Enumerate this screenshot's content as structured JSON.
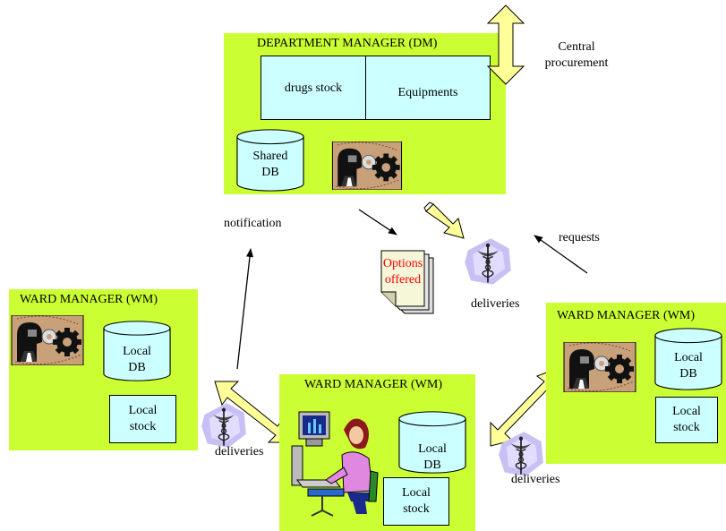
{
  "dm": {
    "title": "DEPARTMENT MANAGER (DM)",
    "drugs_stock": "drugs stock",
    "equipments": "Equipments",
    "db_line1": "Shared",
    "db_line2": "DB"
  },
  "central": {
    "line1": "Central",
    "line2": "procurement"
  },
  "notification": "notification",
  "requests": "requests",
  "options": {
    "line1": "Options",
    "line2": "offered"
  },
  "deliveries": "deliveries",
  "ward_left": {
    "title": "WARD MANAGER (WM)",
    "db_line1": "Local",
    "db_line2": "DB",
    "stock_line1": "Local",
    "stock_line2": "stock"
  },
  "ward_center": {
    "title": "WARD MANAGER (WM)",
    "db_line1": "Local",
    "db_line2": "DB",
    "stock_line1": "Local",
    "stock_line2": "stock"
  },
  "ward_right": {
    "title": "WARD MANAGER (WM)",
    "db_line1": "Local",
    "db_line2": "DB",
    "stock_line1": "Local",
    "stock_line2": "stock"
  },
  "colors": {
    "panel": "#ccff33",
    "box": "#ccffff",
    "arrow": "#ffff99",
    "options_text": "#ff0000"
  },
  "icons": [
    "agent-gears-icon",
    "caduceus-icon",
    "user-at-computer-icon",
    "document-stack-icon",
    "database-cylinder-icon"
  ]
}
